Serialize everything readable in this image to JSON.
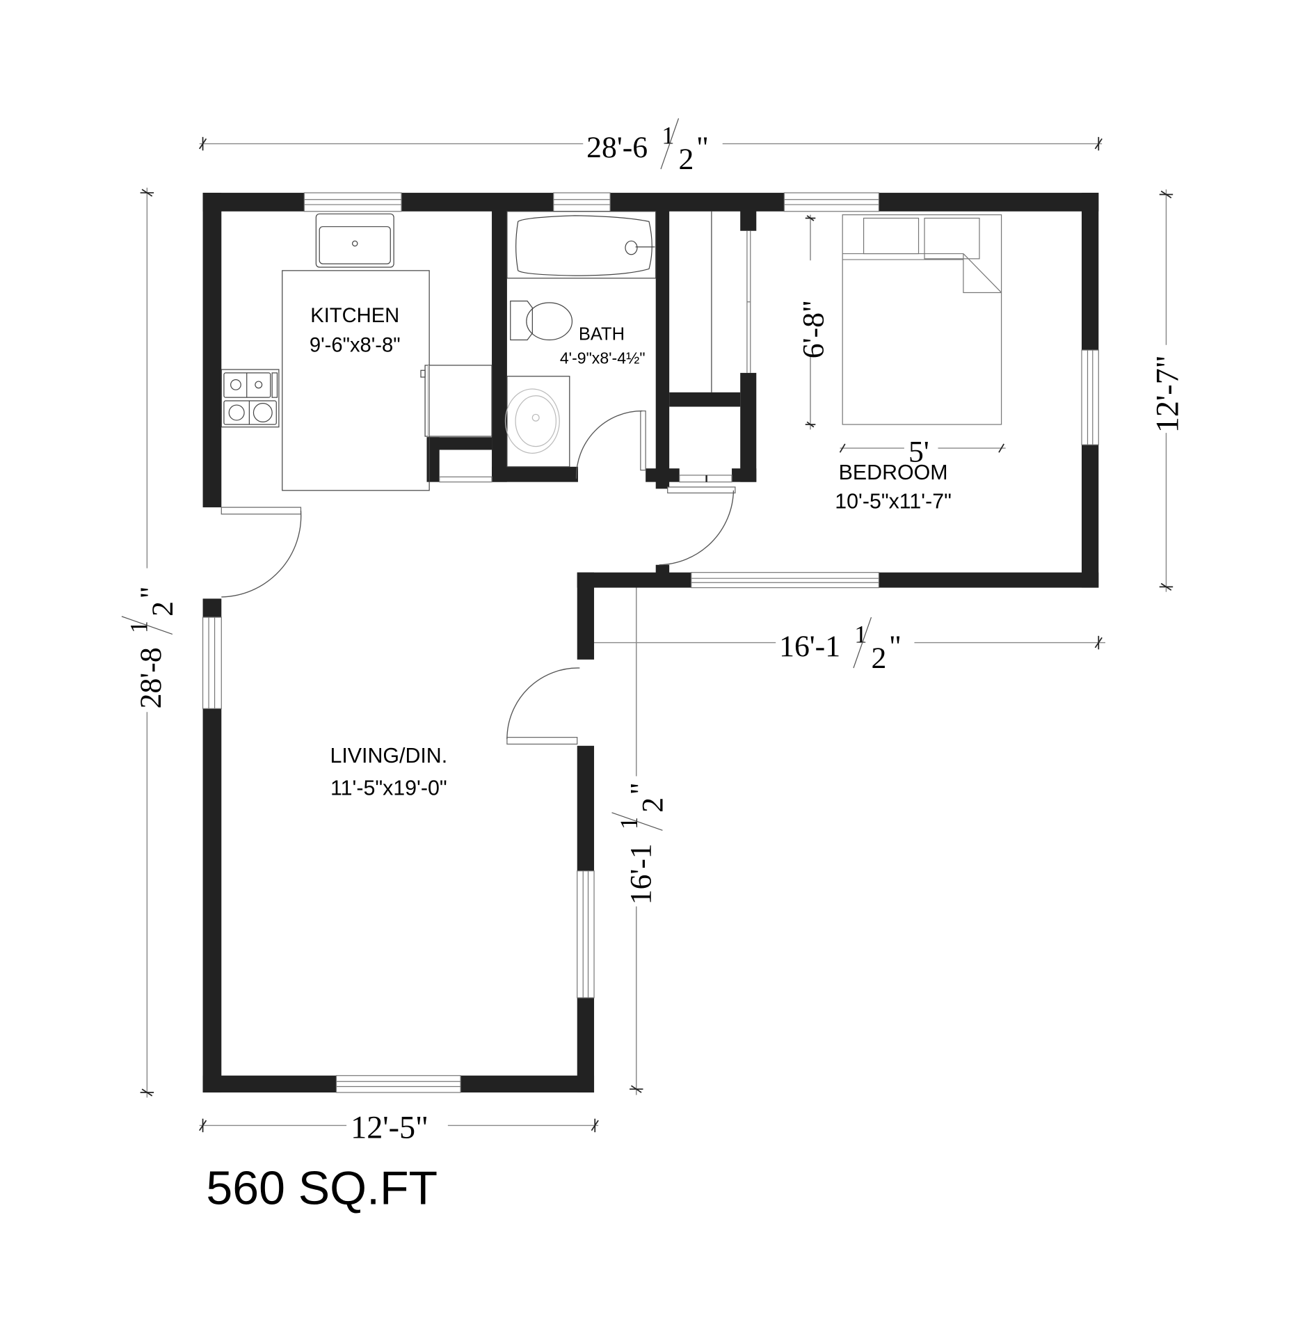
{
  "plan": {
    "total_area": "560 SQ.FT",
    "wall_color": "#222222",
    "background_color": "#ffffff"
  },
  "rooms": {
    "kitchen": {
      "name": "KITCHEN",
      "size": "9'-6\"x8'-8\""
    },
    "bath": {
      "name": "BATH",
      "size": "4'-9\"x8'-4½\""
    },
    "bedroom": {
      "name": "BEDROOM",
      "size": "10'-5\"x11'-7\""
    },
    "living": {
      "name": "LIVING/DIN.",
      "size": "11'-5\"x19'-0\""
    }
  },
  "dimensions": {
    "overall_width": {
      "main": "28'-6",
      "num": "1",
      "den": "2",
      "unit": "\""
    },
    "overall_depth": {
      "main": "28'-8",
      "num": "1",
      "den": "2",
      "unit": "\""
    },
    "bedroom_depth": {
      "text": "12'-7\""
    },
    "bedroom_wing_width": {
      "main": "16'-1",
      "num": "1",
      "den": "2",
      "unit": "\""
    },
    "living_wing_depth": {
      "main": "16'-1",
      "num": "1",
      "den": "2",
      "unit": "\""
    },
    "living_width": {
      "text": "12'-5\""
    },
    "bed_length": {
      "text": "6'-8\""
    },
    "bed_width": {
      "text": "5'"
    }
  },
  "fixtures": [
    "kitchen-sink",
    "stove",
    "refrigerator",
    "kitchen-island",
    "bathtub",
    "toilet",
    "bathroom-sink",
    "closet",
    "bed"
  ]
}
